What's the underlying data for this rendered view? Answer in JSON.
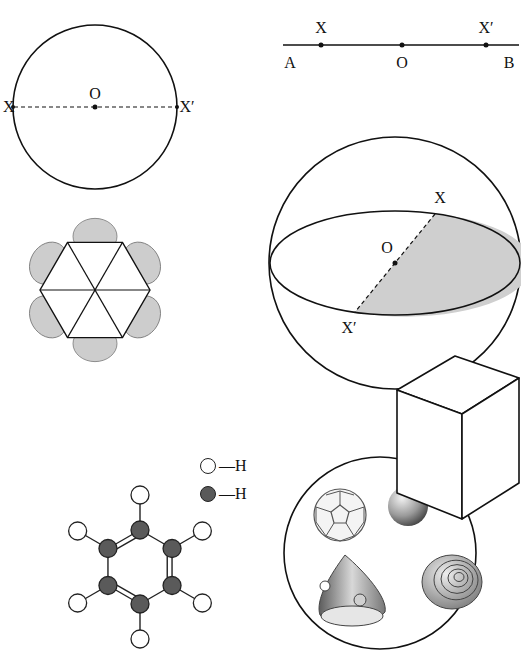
{
  "diagram": {
    "labels": [
      "X",
      "O",
      "X′",
      "X",
      "X′",
      "A",
      "O",
      "B",
      "X",
      "O",
      "X′"
    ],
    "legend": [
      {
        "text": "—H",
        "color": "#ffffff"
      },
      {
        "text": "—H",
        "color": "#5a5a5a"
      }
    ]
  }
}
